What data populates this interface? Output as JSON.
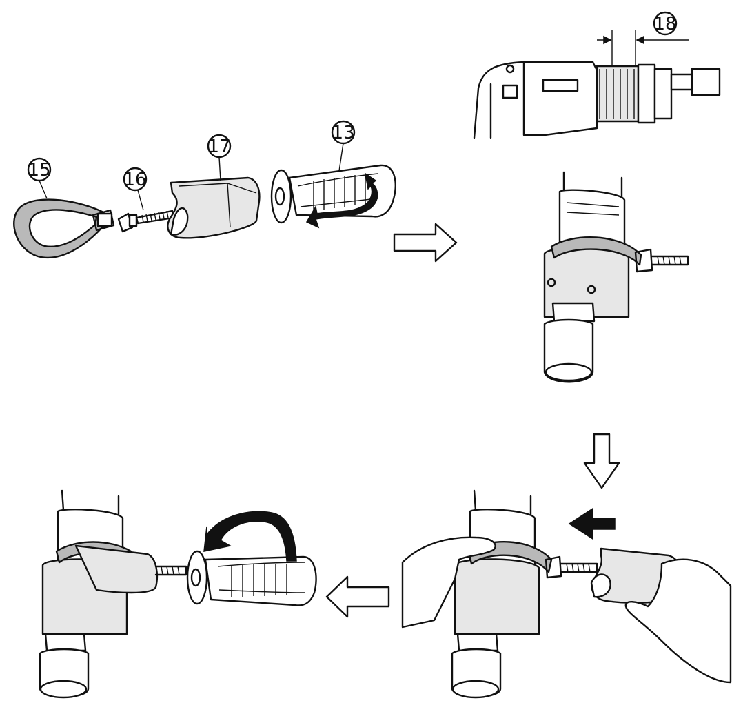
{
  "callouts": {
    "side_strap": "15",
    "bolt": "16",
    "grip_base": "17",
    "side_handle": "13",
    "dimension": "18"
  },
  "colors": {
    "line": "#111111",
    "strap_fill": "#b9b9b9",
    "part_fill": "#e7e7e7",
    "background": "#ffffff"
  },
  "icons": [
    "outline-arrow-right",
    "outline-arrow-down",
    "solid-arrow-left",
    "outline-arrow-left",
    "curved-arrow-screw-in",
    "curved-arrow-screw-out"
  ]
}
